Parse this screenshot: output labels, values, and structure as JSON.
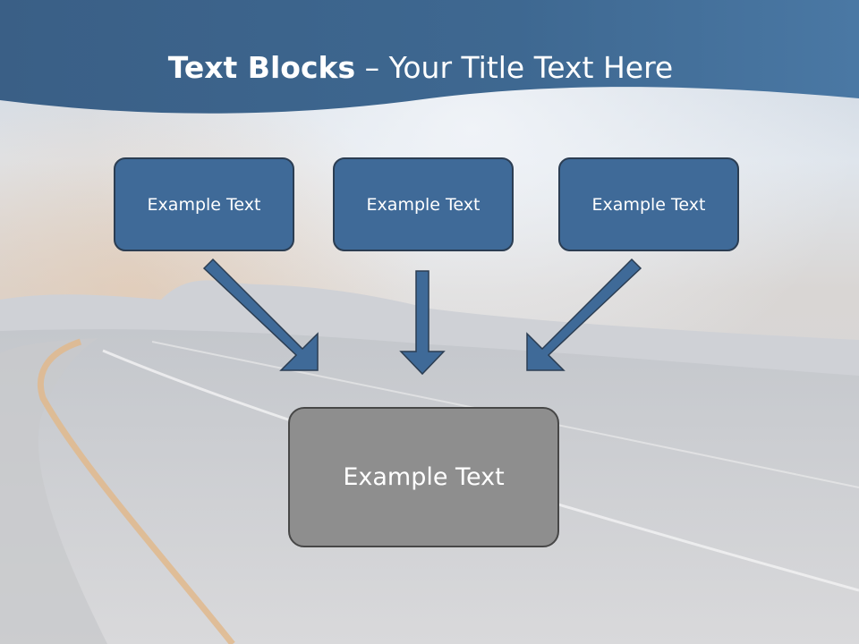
{
  "title": {
    "bold": "Text Blocks",
    "dash": " – ",
    "rest": "Your Title Text Here"
  },
  "blocks": {
    "top": [
      "Example Text",
      "Example Text",
      "Example Text"
    ],
    "bottom": "Example Text"
  },
  "colors": {
    "header": "#3e6893",
    "block_fill": "#3f6a98",
    "block_border": "#2b3d52",
    "arrow": "#3f6a98",
    "bottom_fill": "#8e8e8e",
    "bottom_border": "#474747"
  }
}
